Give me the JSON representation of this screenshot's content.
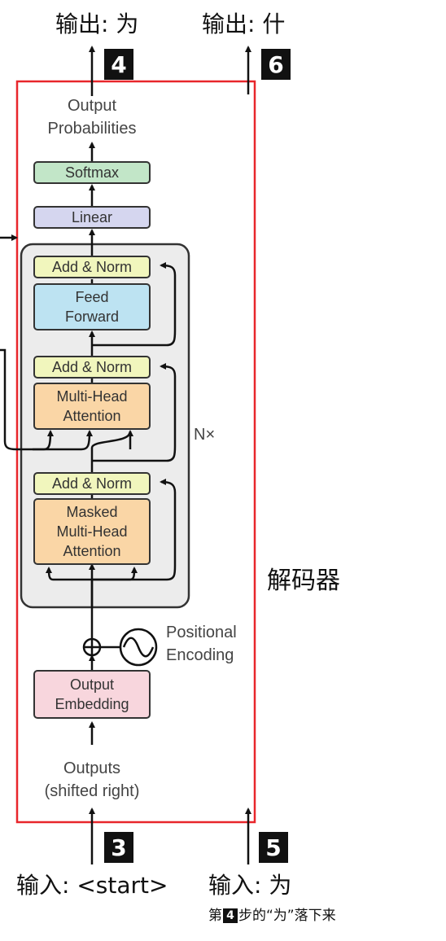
{
  "top_outputs": [
    {
      "label": "输出: 为",
      "step": "4"
    },
    {
      "label": "输出: 什",
      "step": "6"
    }
  ],
  "bottom_inputs": [
    {
      "label": "输入: <start>",
      "step": "3"
    },
    {
      "label": "输入: 为",
      "step": "5"
    }
  ],
  "note": {
    "prefix": "第",
    "step": "4",
    "suffix": "步的“为”落下来"
  },
  "decoder_label": "解码器",
  "diagram": {
    "output_probabilities": [
      "Output",
      "Probabilities"
    ],
    "softmax": "Softmax",
    "linear": "Linear",
    "add_norm": "Add & Norm",
    "feed_forward": [
      "Feed",
      "Forward"
    ],
    "multi_head_attention": [
      "Multi-Head",
      "Attention"
    ],
    "masked_attention": [
      "Masked",
      "Multi-Head",
      "Attention"
    ],
    "repeat": "N×",
    "positional_encoding": [
      "Positional",
      "Encoding"
    ],
    "output_embedding": [
      "Output",
      "Embedding"
    ],
    "outputs": [
      "Outputs",
      "(shifted right)"
    ]
  },
  "colors": {
    "highlight_border": "#e8262b",
    "add_norm": "#f1f6bd",
    "feed_forward": "#bde3f2",
    "attention": "#fad6a6",
    "embedding": "#f8d6dd",
    "softmax": "#c2e6c8",
    "linear": "#d5d6ef",
    "block_background": "#ececec"
  }
}
